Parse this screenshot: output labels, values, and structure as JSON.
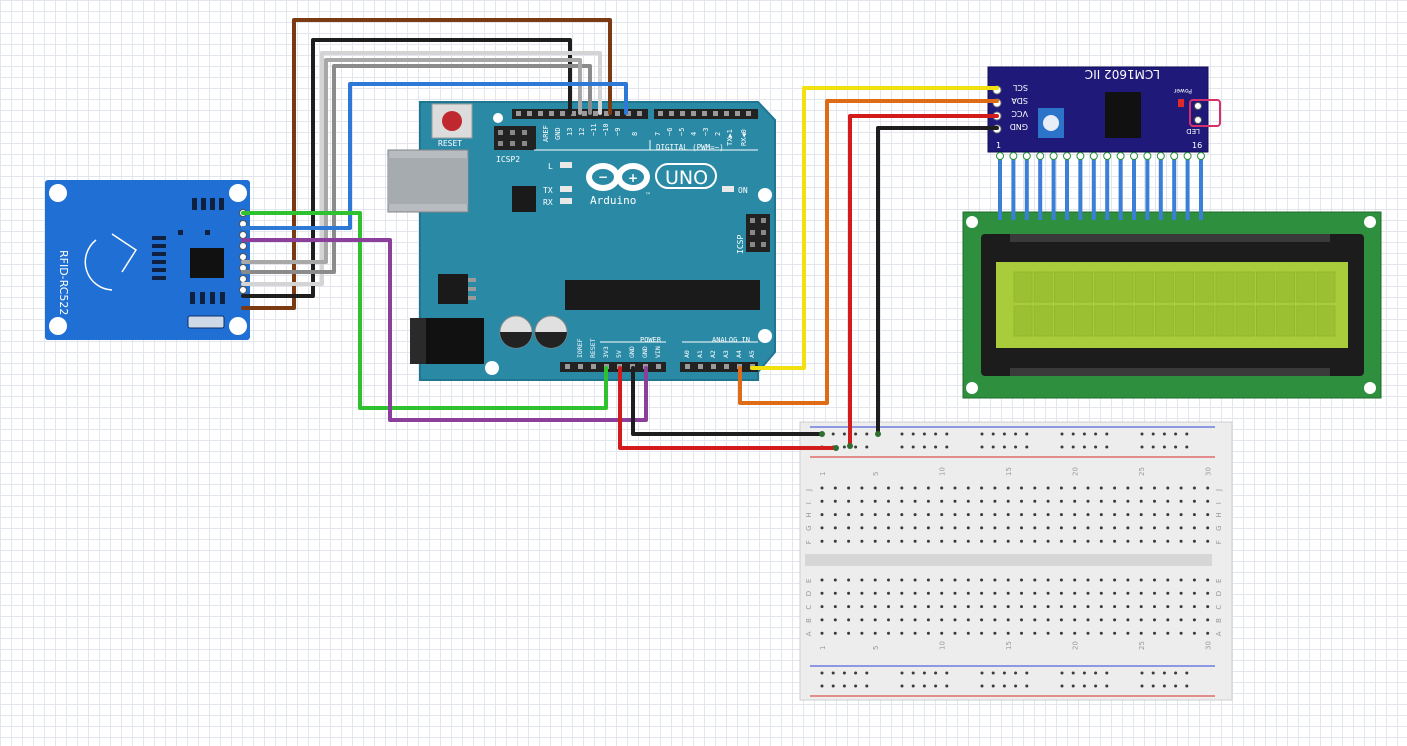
{
  "rfid": {
    "label": "RFID-RC522"
  },
  "arduino": {
    "reset_label": "RESET",
    "icsp2_label": "ICSP2",
    "icsp_label": "ICSP",
    "brand": "Arduino",
    "tm": "™",
    "uno": "UNO",
    "digital_label": "DIGITAL (PWM=~)",
    "on_label": "ON",
    "l_label": "L",
    "tx_label": "TX",
    "rx_label": "RX",
    "aref": "AREF",
    "gnd_top": "GND",
    "top_pins": [
      "13",
      "12",
      "~11",
      "~10",
      "~9",
      "8",
      "7",
      "~6",
      "~5",
      "4",
      "~3",
      "2",
      "TX▶1",
      "RX◀0"
    ],
    "power_label": "POWER",
    "analog_label": "ANALOG IN",
    "power_pins": [
      "IOREF",
      "RESET",
      "3V3",
      "5V",
      "GND",
      "GND",
      "VIN"
    ],
    "analog_pins": [
      "A0",
      "A1",
      "A2",
      "A3",
      "A4",
      "A5"
    ]
  },
  "i2c": {
    "title": "LCM1602 IIC",
    "pins": [
      "SCL",
      "SDA",
      "VCC",
      "GND"
    ],
    "power_label": "Power",
    "led_label": "LED",
    "num_1": "1",
    "num_16": "16"
  },
  "breadboard": {
    "col_numbers": [
      "1",
      "5",
      "10",
      "15",
      "20",
      "25",
      "30"
    ],
    "rows_top": [
      "J",
      "I",
      "H",
      "G",
      "F"
    ],
    "rows_bottom": [
      "E",
      "D",
      "C",
      "B",
      "A"
    ]
  },
  "colors": {
    "arduino": "#2a8aa6",
    "rfid": "#1f6fd4",
    "i2c": "#1f1a7a",
    "lcd_pcb": "#2e8f3e",
    "lcd_screen": "#a8cc3a"
  }
}
